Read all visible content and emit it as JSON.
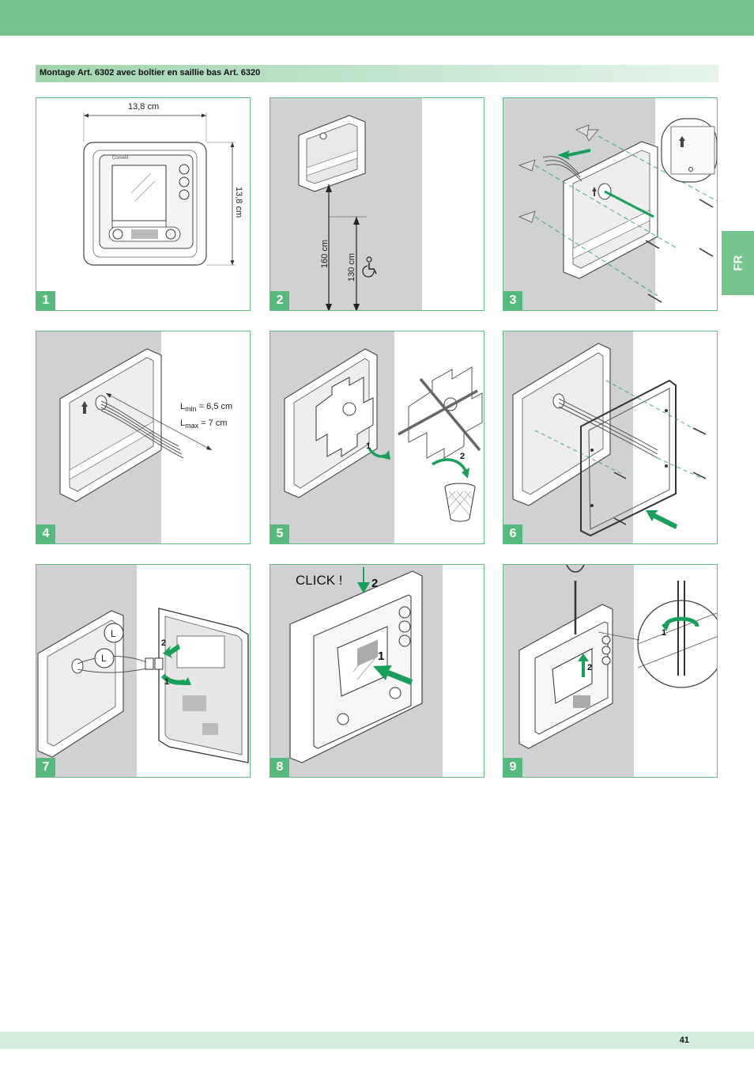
{
  "section": {
    "title": "Montage Art. 6302 avec boîtier en saillie bas Art. 6320"
  },
  "language_tab": "FR",
  "steps": [
    {
      "number": "1",
      "width_label": "13,8 cm",
      "height_label": "13,8 cm"
    },
    {
      "number": "2",
      "height_160": "160 cm",
      "height_130": "130 cm"
    },
    {
      "number": "3"
    },
    {
      "number": "4",
      "lmin_base": "L",
      "lmin_sub": "min",
      "lmin_value": "= 6,5 cm",
      "lmax_base": "L",
      "lmax_sub": "max",
      "lmax_value": "= 7 cm"
    },
    {
      "number": "5",
      "marker_1": "1",
      "marker_2": "2"
    },
    {
      "number": "6"
    },
    {
      "number": "7",
      "label_l1": "L",
      "label_l2": "L",
      "marker_1": "1",
      "marker_2": "2"
    },
    {
      "number": "8",
      "click_text": "CLICK !",
      "marker_1": "1",
      "marker_2": "2"
    },
    {
      "number": "9",
      "marker_1": "1",
      "marker_2": "2"
    }
  ],
  "footer": {
    "page_number": "41"
  },
  "colors": {
    "brand_green": "#76c48e",
    "arrow_green": "#18a05a",
    "wall_grey": "#cfd1d3"
  }
}
